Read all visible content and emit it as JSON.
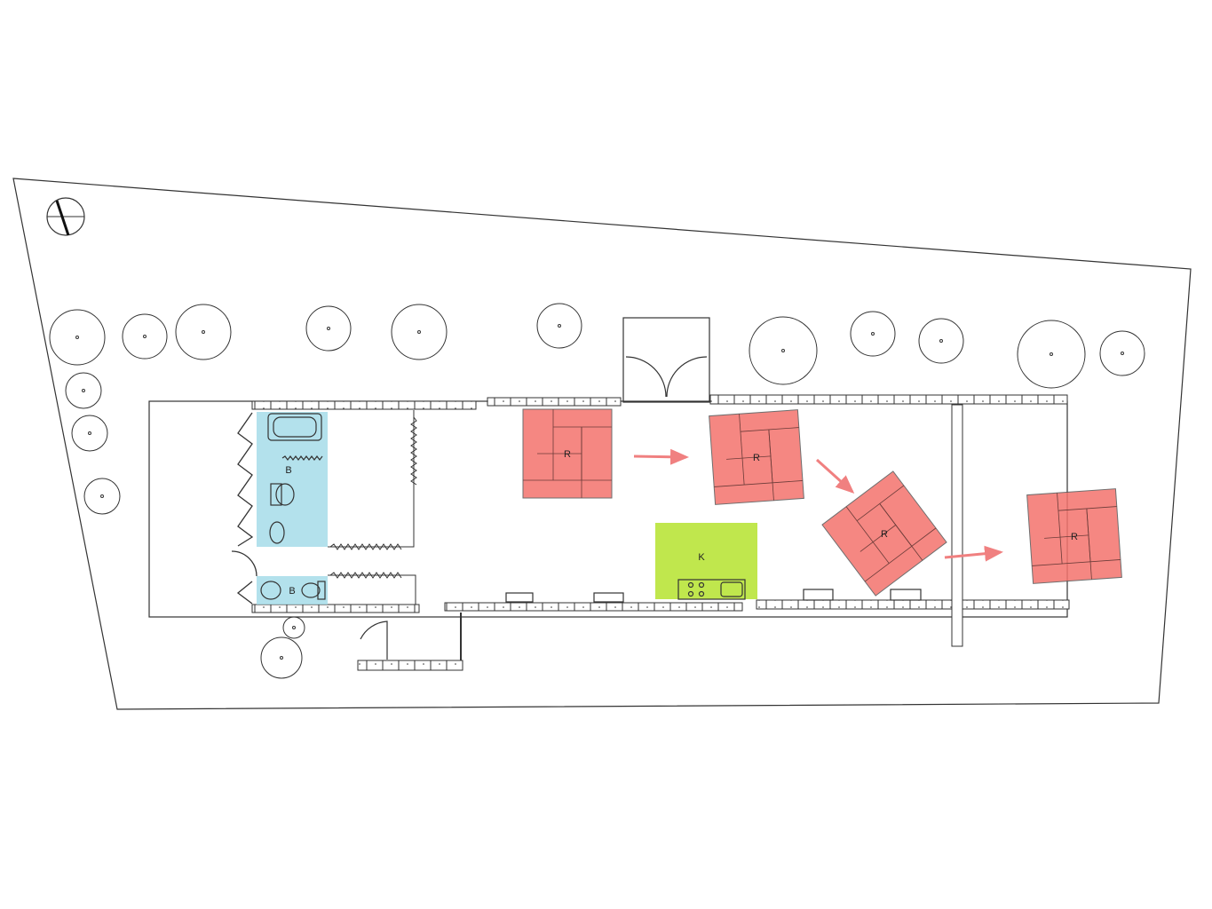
{
  "rooms": {
    "bath_large": {
      "label": "B",
      "color": "#a6dce9"
    },
    "bath_small": {
      "label": "B",
      "color": "#a6dce9"
    },
    "kitchen": {
      "label": "K",
      "color": "#b9e43a"
    },
    "tatami": {
      "label": "R",
      "color": "#f4736d"
    }
  },
  "tatami_positions": [
    {
      "label": "R",
      "step": 1
    },
    {
      "label": "R",
      "step": 2
    },
    {
      "label": "R",
      "step": 3
    },
    {
      "label": "R",
      "step": 4
    }
  ],
  "arrow_color": "#f08080",
  "icons": [
    "north-arrow-icon",
    "tree-icon",
    "door-swing-icon",
    "bathtub-icon",
    "toilet-icon",
    "stove-icon",
    "sink-icon"
  ]
}
